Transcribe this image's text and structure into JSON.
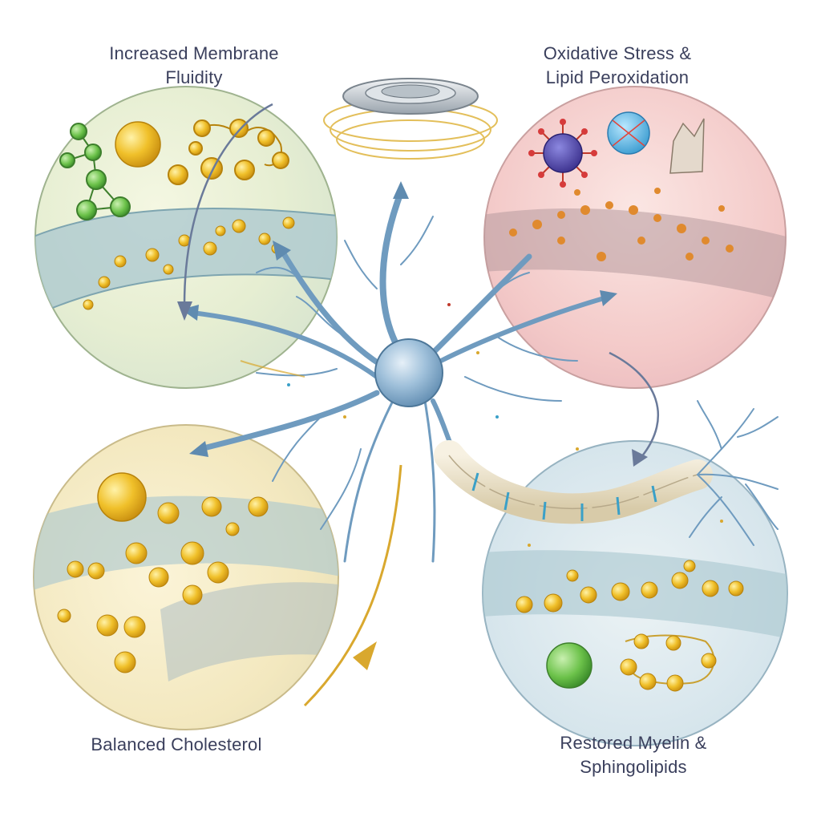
{
  "labels": {
    "top_left": {
      "line1": "Increased Membrane",
      "line2": "Fluidity"
    },
    "top_right": {
      "line1": "Oxidative Stress &",
      "line2": "Lipid Peroxidation"
    },
    "bottom_left": {
      "line1": "Balanced Cholesterol"
    },
    "bottom_right": {
      "line1": "Restored Myelin &",
      "line2": "Sphingolipids"
    }
  },
  "colors": {
    "neuron": "#6f9bbf",
    "neuron_dark": "#4d7799",
    "lipid_gold": "#e8b422",
    "membrane_band": "#a9c7cf",
    "tl_tint": "#eef3d6",
    "tr_tint": "#f6d2d2",
    "bl_tint": "#f7efcc",
    "br_tint": "#d9e8ef",
    "myelin": "#e8dfc9",
    "arrow_gold": "#d9a82e",
    "text": "#3a3f5c"
  },
  "icons": [
    "neuron-cell",
    "myelinated-axon",
    "lipid-droplet",
    "free-radical",
    "antioxidant-sphere",
    "membrane-disc-signal"
  ]
}
